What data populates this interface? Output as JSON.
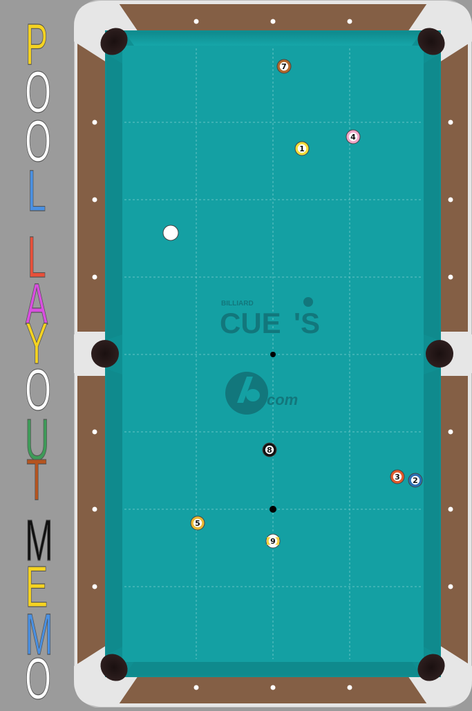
{
  "title": {
    "letters": [
      {
        "char": "P",
        "color": "#f5d321"
      },
      {
        "char": "O",
        "color": "#ffffff"
      },
      {
        "char": "O",
        "color": "#ffffff"
      },
      {
        "char": "L",
        "color": "#4a90e2"
      },
      {
        "char": "L",
        "color": "#e8503a"
      },
      {
        "char": "A",
        "color": "#d94fe0"
      },
      {
        "char": "Y",
        "color": "#f5d321"
      },
      {
        "char": "O",
        "color": "#ffffff"
      },
      {
        "char": "U",
        "color": "#3e9b58"
      },
      {
        "char": "T",
        "color": "#b5541f"
      },
      {
        "char": "M",
        "color": "#111111"
      },
      {
        "char": "E",
        "color": "#f5d321"
      },
      {
        "char": "M",
        "color": "#4a90e2"
      },
      {
        "char": "O",
        "color": "#ffffff"
      }
    ]
  },
  "table": {
    "cloth_color": "#14a0a3",
    "rail_color": "#845f45",
    "logo": {
      "small_text": "BILLIARD",
      "main_text": "CUE",
      "apos_text": "'S",
      "sub_text": "com"
    }
  },
  "balls": [
    {
      "id": "cue",
      "label": "",
      "color": "#ffffff",
      "striped": false
    },
    {
      "id": "1",
      "label": "1",
      "color": "#f2dc3a",
      "striped": false
    },
    {
      "id": "2",
      "label": "2",
      "color": "#2a6fb4",
      "striped": false
    },
    {
      "id": "3",
      "label": "3",
      "color": "#e15a2c",
      "striped": false
    },
    {
      "id": "4",
      "label": "4",
      "color": "#f0a7c8",
      "striped": false
    },
    {
      "id": "5",
      "label": "5",
      "color": "#e9b834",
      "striped": false
    },
    {
      "id": "7",
      "label": "7",
      "color": "#b2682d",
      "striped": false
    },
    {
      "id": "8",
      "label": "8",
      "color": "#111111",
      "striped": false
    },
    {
      "id": "9",
      "label": "9",
      "color": "#f4d03f",
      "striped": true
    }
  ]
}
